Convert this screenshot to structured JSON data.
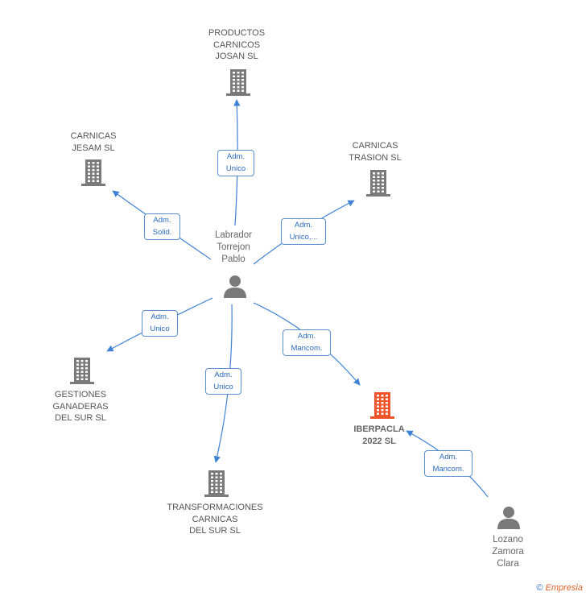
{
  "center": {
    "label": "Labrador\nTorrejon\nPablo"
  },
  "companies": [
    {
      "key": "productos",
      "label": "PRODUCTOS\nCARNICOS\nJOSAN  SL",
      "color": "#7a7a7a"
    },
    {
      "key": "jesam",
      "label": "CARNICAS\nJESAM  SL",
      "color": "#7a7a7a"
    },
    {
      "key": "trasion",
      "label": "CARNICAS\nTRASION  SL",
      "color": "#7a7a7a"
    },
    {
      "key": "gestiones",
      "label": "GESTIONES\nGANADERAS\nDEL SUR  SL",
      "color": "#7a7a7a"
    },
    {
      "key": "transformaciones",
      "label": "TRANSFORMACIONES\nCARNICAS\nDEL SUR  SL",
      "color": "#7a7a7a"
    },
    {
      "key": "iberpacla",
      "label": "IBERPACLA\n2022 SL",
      "color": "#f0542a"
    }
  ],
  "persons": [
    {
      "key": "lozano",
      "label": "Lozano\nZamora\nClara"
    }
  ],
  "edges": [
    {
      "key": "e_productos",
      "label": "Adm.\nUnico"
    },
    {
      "key": "e_jesam",
      "label": "Adm.\nSolid."
    },
    {
      "key": "e_trasion",
      "label": "Adm.\nUnico,..."
    },
    {
      "key": "e_gestiones",
      "label": "Adm.\nUnico"
    },
    {
      "key": "e_transformaciones",
      "label": "Adm.\nUnico"
    },
    {
      "key": "e_iberpacla",
      "label": "Adm.\nMancom."
    },
    {
      "key": "e_lozano",
      "label": "Adm.\nMancom."
    }
  ],
  "footer": {
    "copyright_symbol": "©",
    "brand": "Empresia"
  },
  "colors": {
    "edge": "#3f82d6",
    "person": "#7a7a7a"
  }
}
